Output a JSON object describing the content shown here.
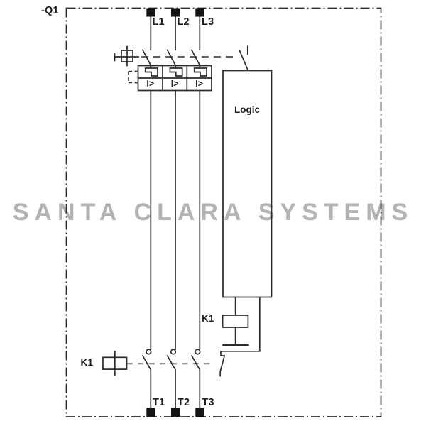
{
  "diagram": {
    "device_reference": "-Q1",
    "watermark": "SANTA CLARA SYSTEMS",
    "input_terminals": [
      "L1",
      "L2",
      "L3"
    ],
    "output_terminals": [
      "T1",
      "T2",
      "T3"
    ],
    "overcurrent_release_symbols": [
      "I>",
      "I>",
      "I>"
    ],
    "logic_block_label": "Logic",
    "trip_coil_label": "K1",
    "contactor_coil_label": "K1"
  },
  "colors": {
    "background": "#ffffff",
    "line": "#2b2b2b",
    "terminal_fill": "#141414",
    "watermark": "#b3b3b3"
  }
}
